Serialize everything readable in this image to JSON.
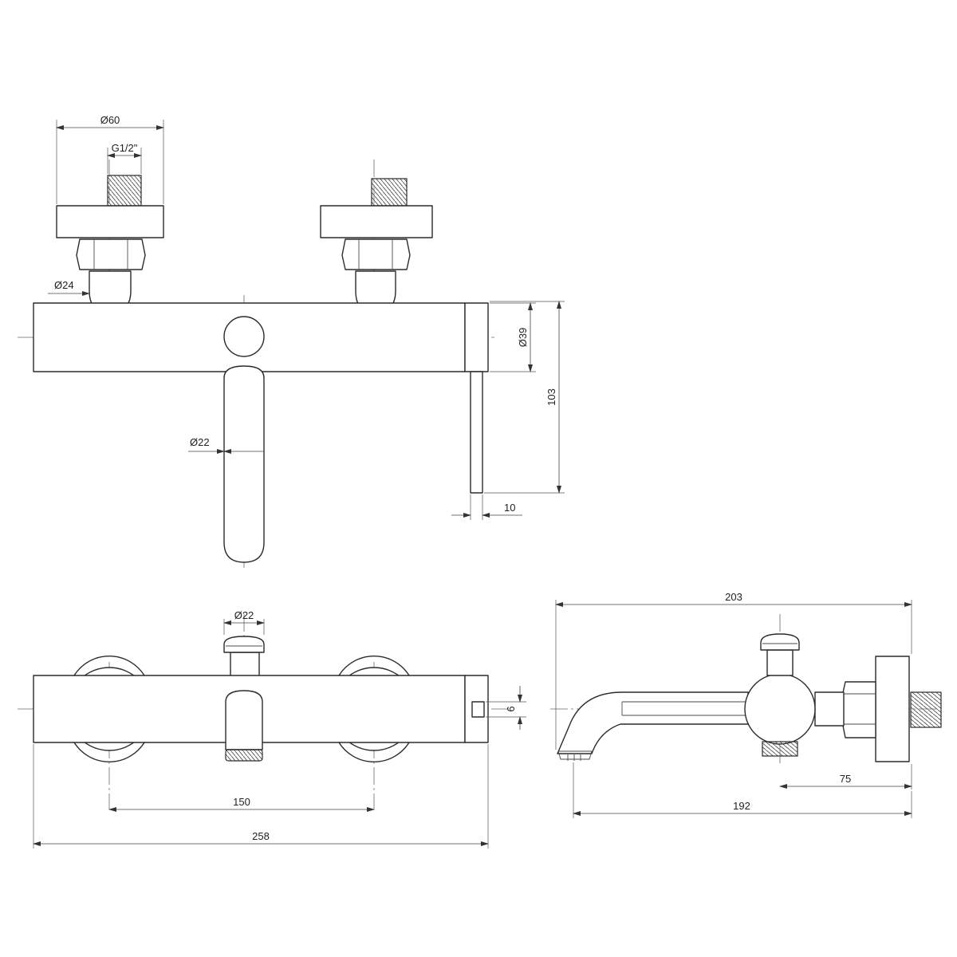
{
  "dimensions": {
    "front": {
      "flange_diameter": "Ø60",
      "thread": "G1/2\"",
      "inlet_diameter": "Ø24",
      "body_diameter": "Ø39",
      "height": "103",
      "spout_diameter": "Ø22",
      "handle_width": "10"
    },
    "top": {
      "knob_diameter": "Ø22",
      "handle_thickness": "6",
      "center_distance": "150",
      "overall_width": "258"
    },
    "side": {
      "overall_depth": "203",
      "outlet_offset": "75",
      "spout_projection": "192"
    }
  }
}
